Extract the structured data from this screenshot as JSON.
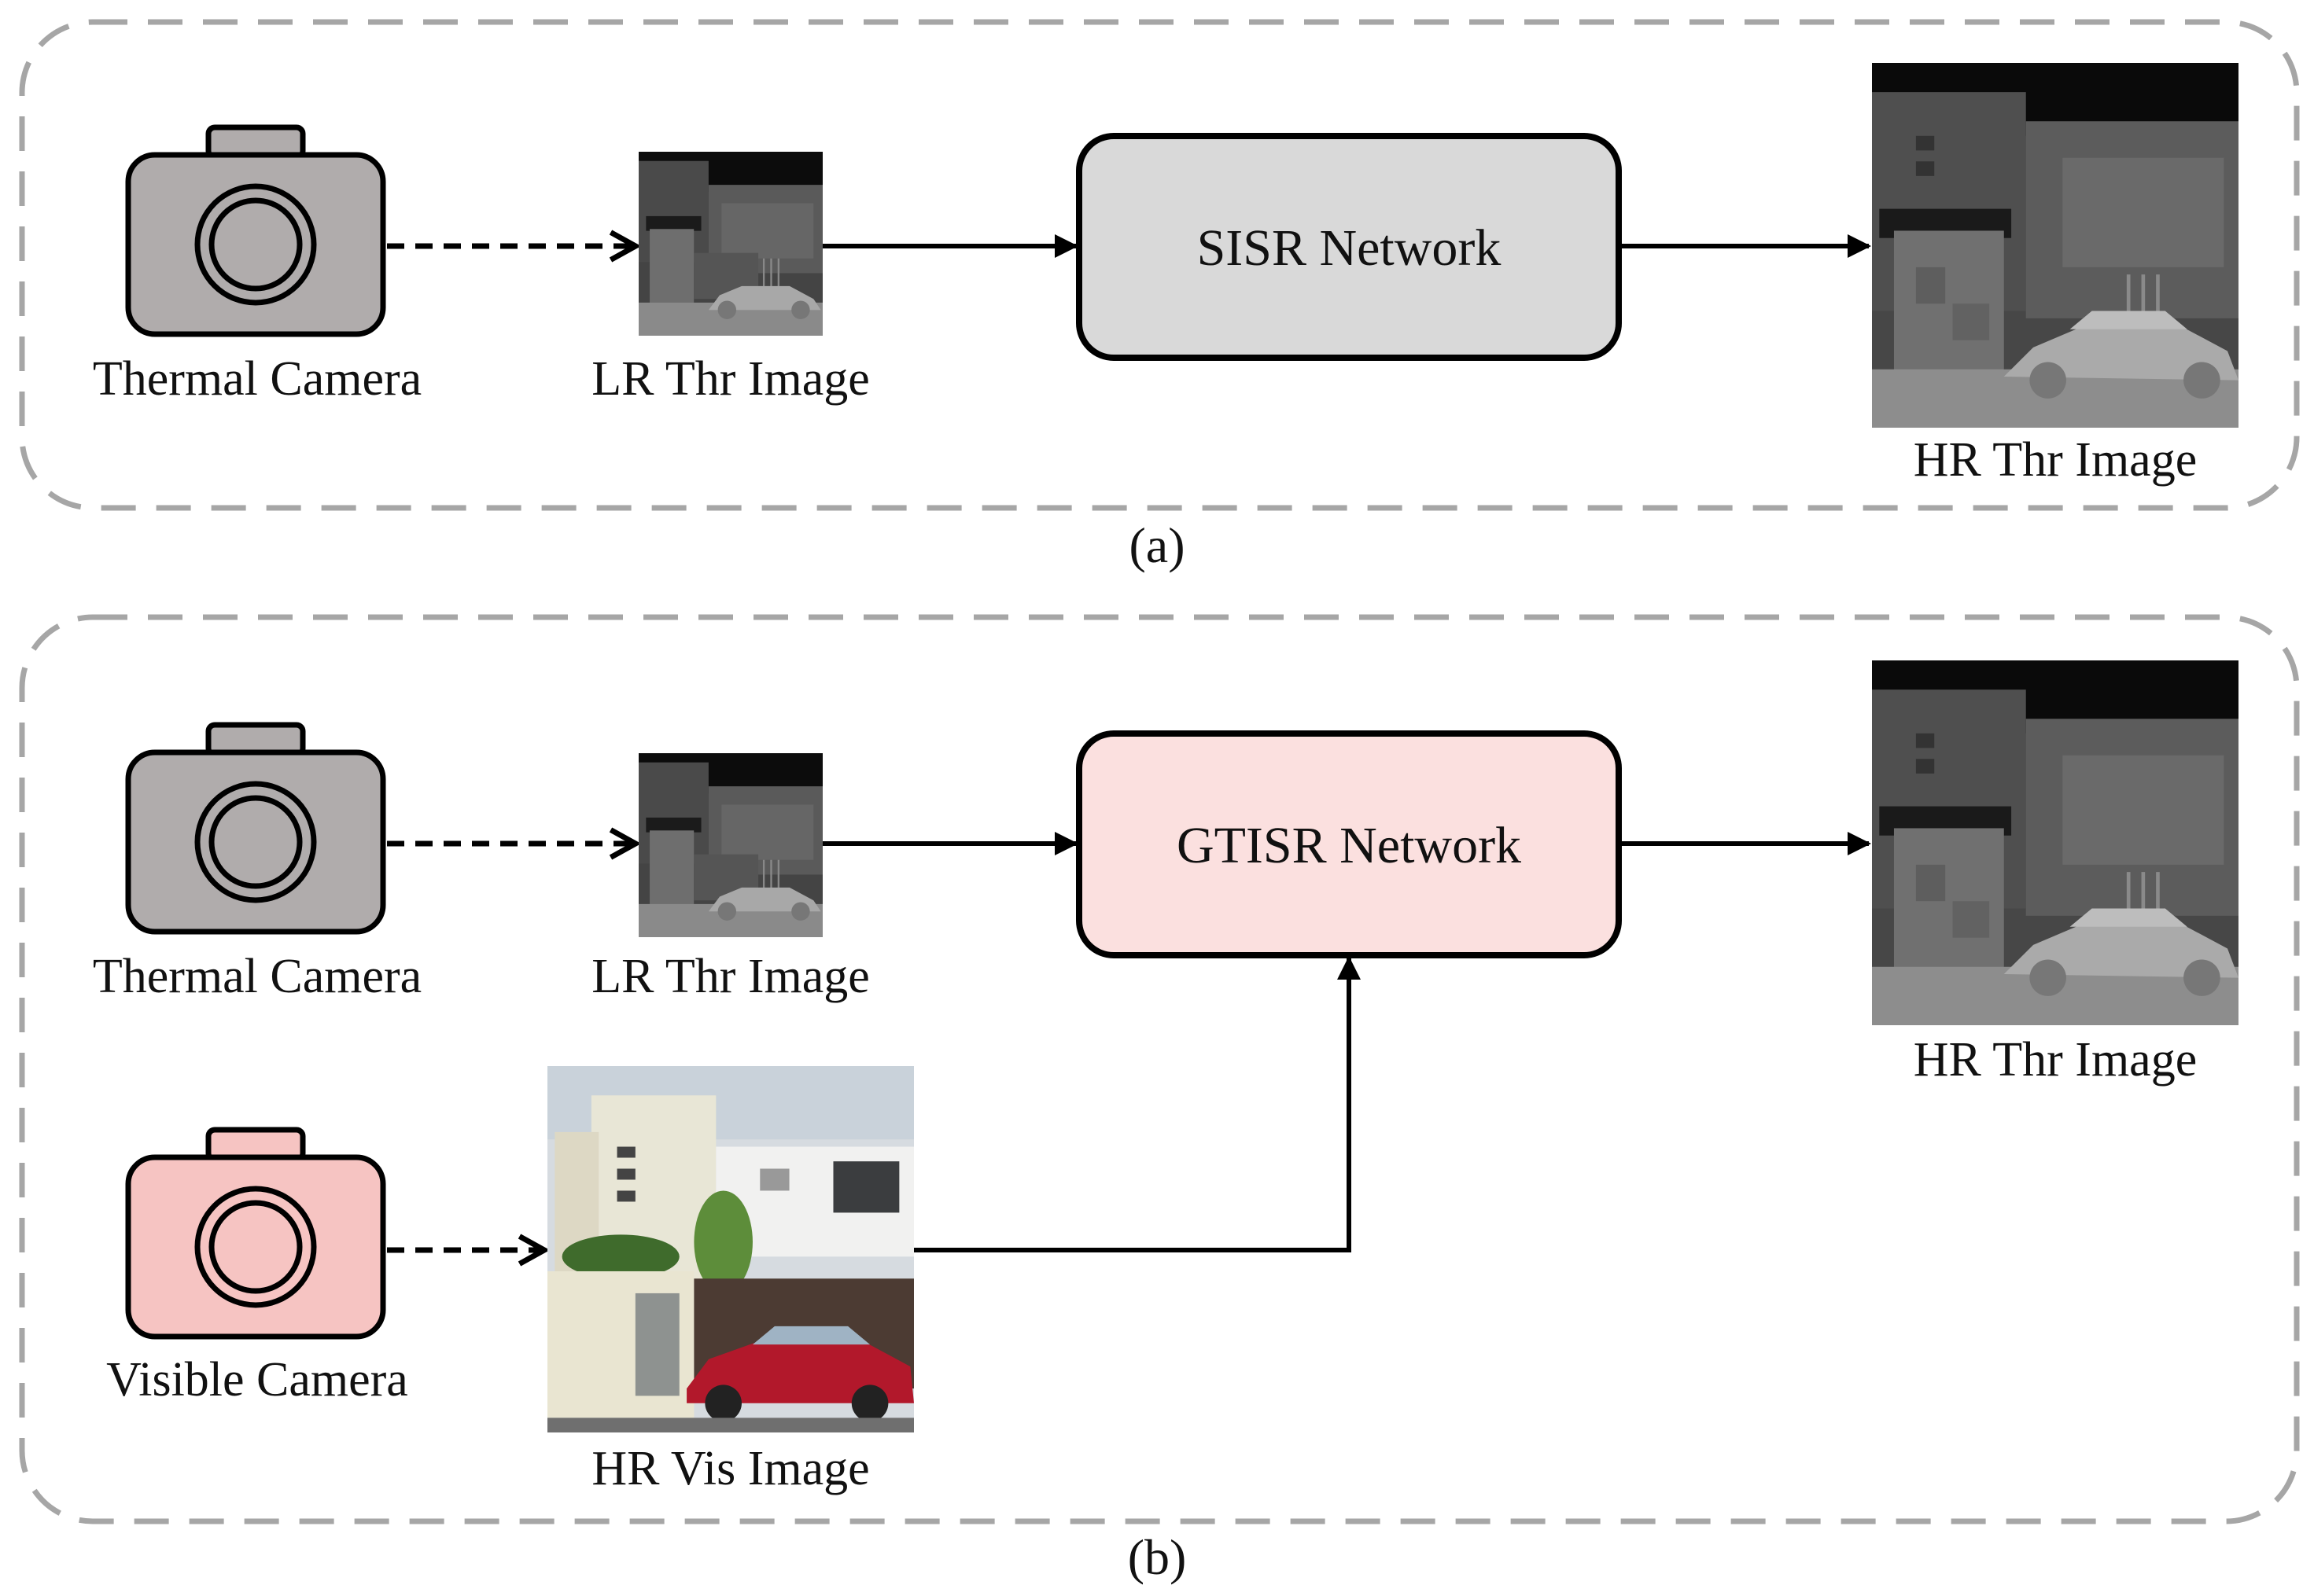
{
  "colors": {
    "thermal_camera_fill": "#b0acac",
    "visible_camera_fill": "#f6c4c2",
    "sisr_fill": "#d9d9d9",
    "gtisr_fill": "#fbe0df",
    "dashed_panel_border": "#a6a6a6"
  },
  "panel_a": {
    "caption": "(a)",
    "camera_label": "Thermal Camera",
    "lr_label": "LR Thr Image",
    "network_label": "SISR Network",
    "hr_label": "HR Thr Image",
    "camera_icon": "camera-icon"
  },
  "panel_b": {
    "caption": "(b)",
    "thermal_camera_label": "Thermal Camera",
    "lr_label": "LR Thr Image",
    "network_label": "GTISR Network",
    "hr_label": "HR Thr Image",
    "visible_camera_label": "Visible Camera",
    "vis_label": "HR Vis Image",
    "camera_icon": "camera-icon"
  }
}
